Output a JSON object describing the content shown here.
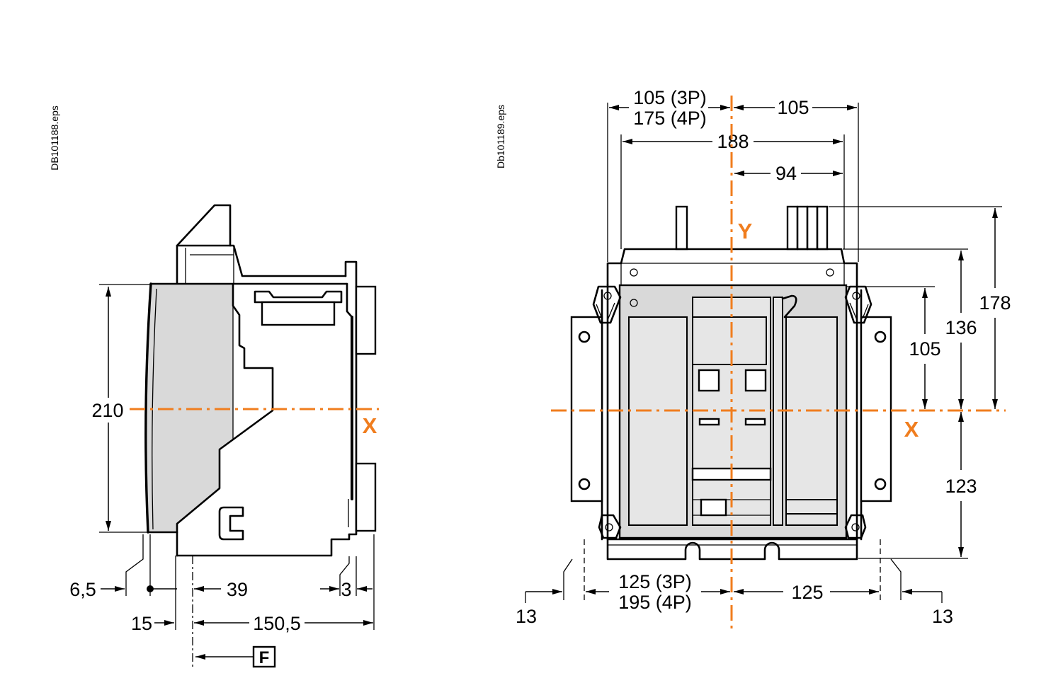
{
  "left_view": {
    "file_label": "DB101188.eps",
    "height_dim": "210",
    "axis_x": "X",
    "front_offset_dim": "6,5",
    "depth_to_fixing_dim": "39",
    "rear_offset_dim": "3",
    "front_to_fixing_dim": "15",
    "depth_dim": "150,5",
    "front_marker": "F"
  },
  "right_view": {
    "file_label": "Db101189.eps",
    "top_left_3p_dim": "105 (3P)",
    "top_left_4p_dim": "175 (4P)",
    "top_right_dim": "105",
    "width_dim": "188",
    "half_width_dim": "94",
    "axis_y": "Y",
    "axis_x": "X",
    "height_terminals_dim": "178",
    "height_cover_dim": "136",
    "height_body_dim": "105",
    "height_lower_dim": "123",
    "bottom_left_3p_dim": "125 (3P)",
    "bottom_left_4p_dim": "195 (4P)",
    "bottom_right_dim": "125",
    "flange_left_dim": "13",
    "flange_right_dim": "13"
  },
  "colors": {
    "axis": "#f07d1e",
    "panel": "#d9d9d9",
    "panel_light": "#e6e6e6",
    "ink": "#000000"
  }
}
